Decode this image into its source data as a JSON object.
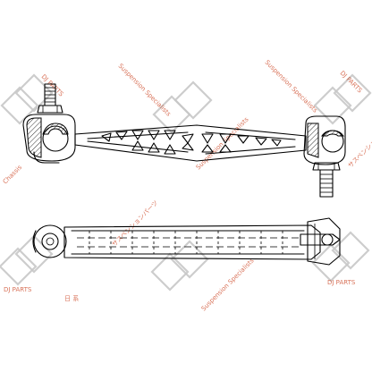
{
  "watermark": {
    "brand_label": "DJ PARTS",
    "tagline": "Suspension Specialists",
    "jp_text": "サスペンションパーツ",
    "jp_short": "日 系",
    "chassis_text": "Chassis"
  }
}
